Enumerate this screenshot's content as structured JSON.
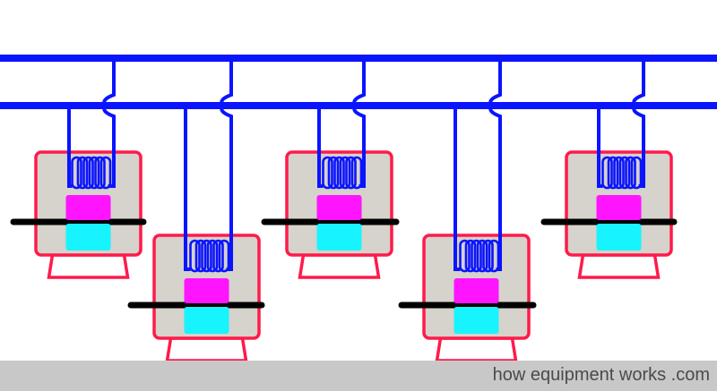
{
  "colors": {
    "bus": "#0a14ff",
    "cabinet_outline": "#ff1a4a",
    "cabinet_fill": "#d6d2cc",
    "coil": "#0a14ff",
    "upper_block": "#ff14ff",
    "lower_block": "#17f4ff",
    "rail": "#000000",
    "footer": "#c8c8c8",
    "watermark_text": "#4a4a4a"
  },
  "icons": {
    "bus": "power-bus-line",
    "unit": "transformer-unit-icon"
  },
  "units": [
    {
      "id": "unit-1",
      "row": "upper"
    },
    {
      "id": "unit-2",
      "row": "lower"
    },
    {
      "id": "unit-3",
      "row": "upper"
    },
    {
      "id": "unit-4",
      "row": "lower"
    },
    {
      "id": "unit-5",
      "row": "upper"
    }
  ],
  "footer": {
    "watermark": "how equipment works .com"
  }
}
